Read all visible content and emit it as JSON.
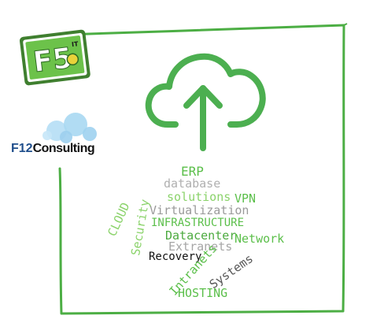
{
  "colors": {
    "accent_green": "#5bbf4a",
    "light_green": "#8bd36b",
    "frame_green": "#4cae44",
    "gray": "#9a9a9a",
    "dark_gray": "#555555",
    "black": "#111111",
    "brand_blue": "#1f4e8c",
    "bubble_blue": "#a8d8f2"
  },
  "logos": {
    "f5": {
      "text": "F5",
      "superscript": "IT",
      "icon": "f5-it-logo"
    },
    "f12": {
      "prefix": "F12",
      "name": "Consulting",
      "icon": "bubbles-logo"
    }
  },
  "hero_icon": "cloud-upload-icon",
  "word_cloud": [
    {
      "text": "ERP",
      "color": "#5bbf4a"
    },
    {
      "text": "database",
      "color": "#b0b0b0"
    },
    {
      "text": "solutions",
      "color": "#8bd36b"
    },
    {
      "text": "VPN",
      "color": "#5bbf4a"
    },
    {
      "text": "Virtualization",
      "color": "#9a9a9a"
    },
    {
      "text": "INFRASTRUCTURE",
      "color": "#5bbf4a"
    },
    {
      "text": "Datacenter",
      "color": "#4caa3f"
    },
    {
      "text": "Network",
      "color": "#5bbf4a"
    },
    {
      "text": "Extranets",
      "color": "#a6a6a6"
    },
    {
      "text": "Recovery",
      "color": "#111111"
    },
    {
      "text": "CLOUD",
      "color": "#8bd36b"
    },
    {
      "text": "Security",
      "color": "#8bd36b"
    },
    {
      "text": "Intranets",
      "color": "#5bbf4a"
    },
    {
      "text": "Systems",
      "color": "#555555"
    },
    {
      "text": "HOSTING",
      "color": "#5bbf4a"
    }
  ]
}
